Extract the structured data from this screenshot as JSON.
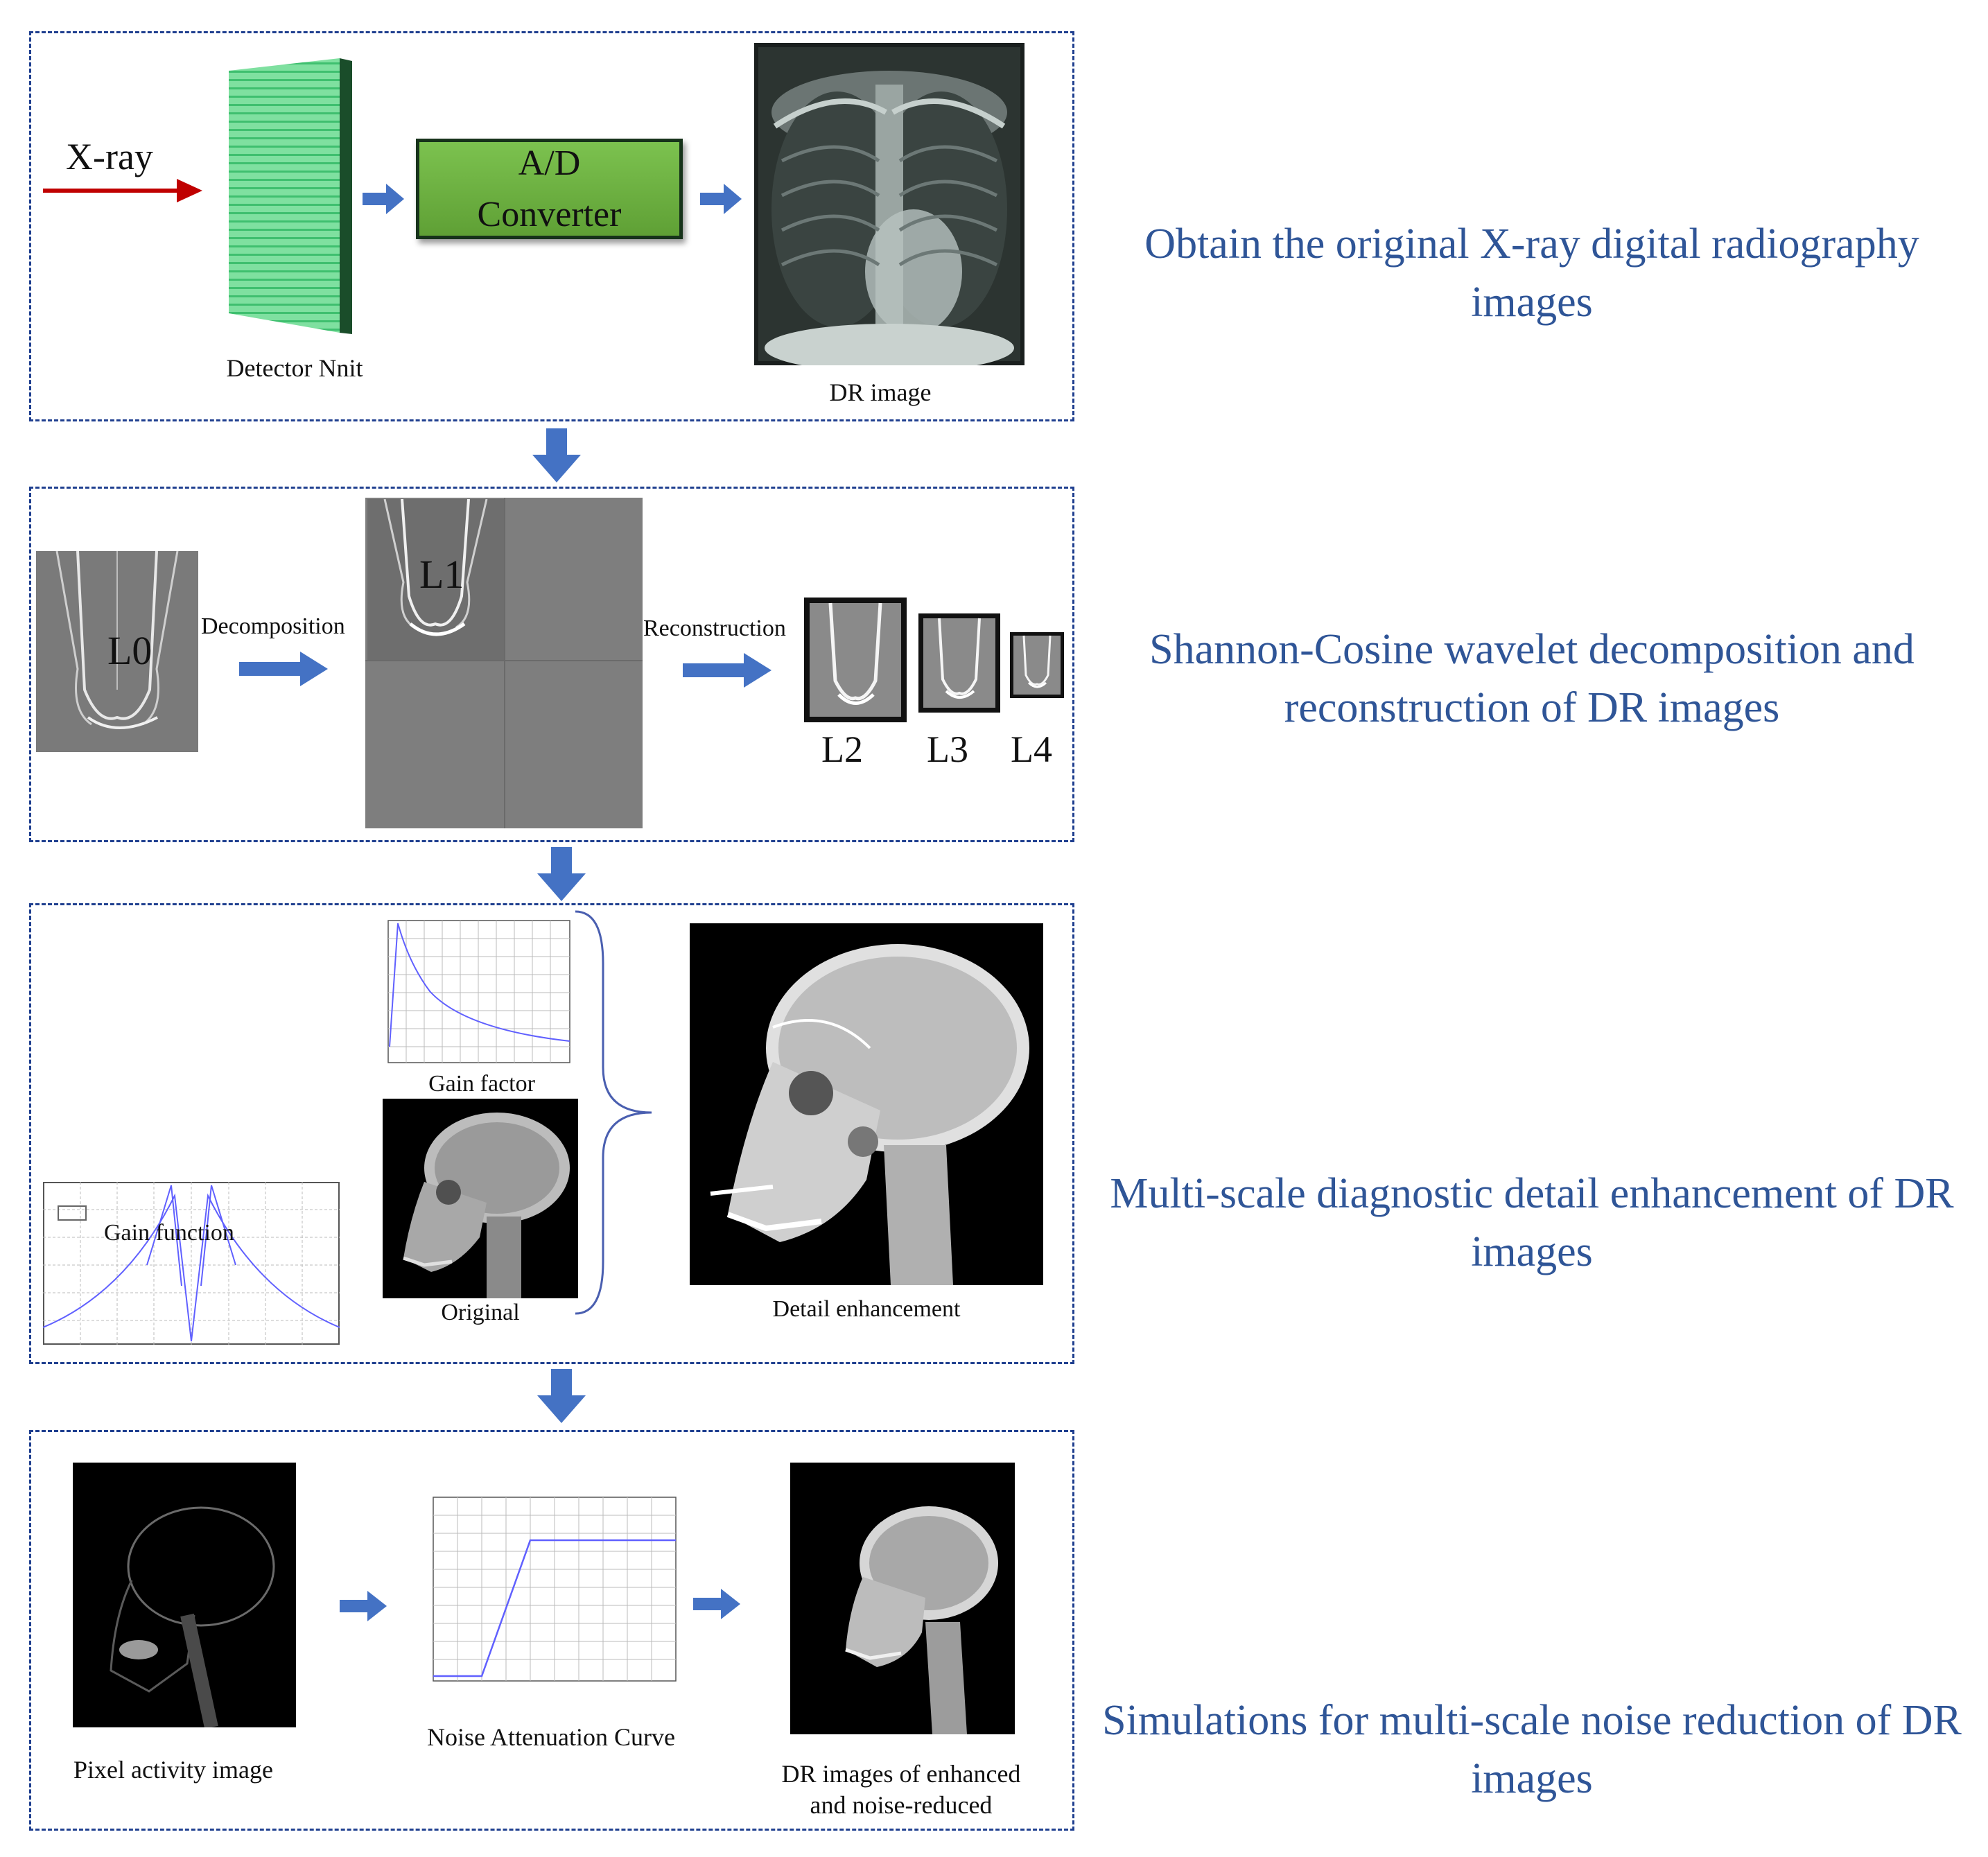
{
  "stages": [
    {
      "label": "Obtain the original X-ray digital radiography images"
    },
    {
      "label": "Shannon-Cosine wavelet decomposition and reconstruction of DR images"
    },
    {
      "label": "Multi-scale diagnostic detail enhancement of DR images"
    },
    {
      "label": "Simulations for multi-scale noise reduction of DR images"
    }
  ],
  "stage1": {
    "xray_label": "X-ray",
    "detector_caption": "Detector Nnit",
    "converter_line1": "A/D",
    "converter_line2": "Converter",
    "dr_caption": "DR image"
  },
  "stage2": {
    "l0": "L0",
    "l1": "L1",
    "decomposition": "Decomposition",
    "reconstruction": "Reconstruction",
    "l2": "L2",
    "l3": "L3",
    "l4": "L4"
  },
  "stage3": {
    "gain_function": "Gain function",
    "gain_factor": "Gain factor",
    "original": "Original",
    "detail_enhancement": "Detail enhancement"
  },
  "stage4": {
    "pixel_activity": "Pixel activity image",
    "noise_curve": "Noise Attenuation Curve",
    "result_line1": "DR images of enhanced",
    "result_line2": "and noise-reduced"
  },
  "colors": {
    "stage_text": "#2f5597",
    "panel_border": "#1f3f8f",
    "arrow_blue": "#4472c4",
    "xray_arrow": "#c00000",
    "converter_green": "#6aaf3d",
    "detector_green": "#5fd08a",
    "curve_blue": "#6060ff"
  },
  "icons": {
    "flow_arrow": "right-arrow-icon",
    "down_arrow": "down-arrow-icon",
    "brace": "right-brace-icon"
  }
}
